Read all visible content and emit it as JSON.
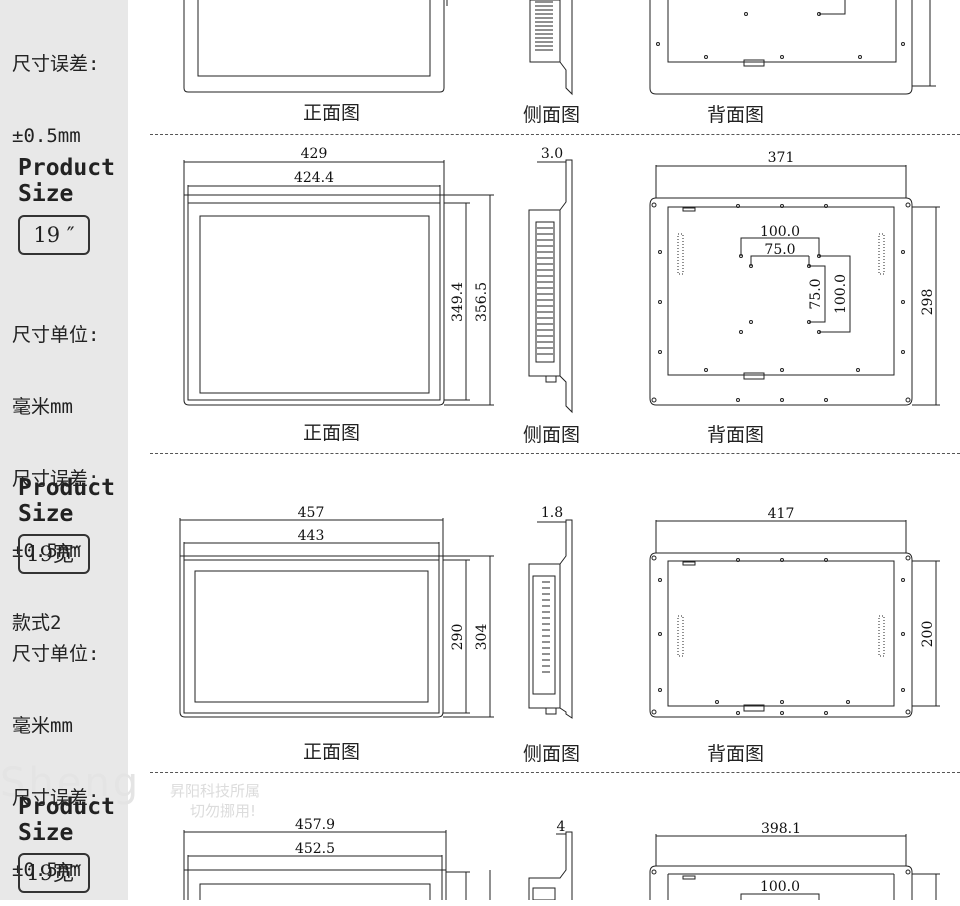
{
  "top_section": {
    "meta_lines": [
      "尺寸误差:",
      "±0.5mm"
    ],
    "captions": [
      "正面图",
      "侧面图",
      "背面图"
    ]
  },
  "section_19": {
    "product_label_1": "Product",
    "product_label_2": "Size",
    "badge": "19 ″",
    "meta_lines": [
      "尺寸单位:",
      "毫米mm",
      "尺寸误差:",
      "±0.5mm",
      "款式2"
    ],
    "captions": [
      "正面图",
      "侧面图",
      "背面图"
    ],
    "front": {
      "outer_width": "429",
      "inner_width": "424.4",
      "inner_height": "349.4",
      "outer_height": "356.5"
    },
    "side": {
      "thickness": "3.0"
    },
    "back": {
      "width": "371",
      "height": "298",
      "vesa_outer": "100.0",
      "vesa_inner": "75.0",
      "vesa_v_inner": "75.0",
      "vesa_v_outer": "100.0"
    }
  },
  "section_19w": {
    "product_label_1": "Product",
    "product_label_2": "Size",
    "badge": "19宽″",
    "meta_lines": [
      "尺寸单位:",
      "毫米mm",
      "尺寸误差:",
      "±0.5mm"
    ],
    "captions": [
      "正面图",
      "侧面图",
      "背面图"
    ],
    "front": {
      "outer_width": "457",
      "inner_width": "443",
      "inner_height": "290",
      "outer_height": "304"
    },
    "side": {
      "thickness": "1.8"
    },
    "back": {
      "width": "417",
      "height": "200"
    }
  },
  "section_19w_b": {
    "product_label_1": "Product",
    "product_label_2": "Size",
    "badge": "19宽″",
    "front": {
      "outer_width": "457.9",
      "inner_width": "452.5"
    },
    "side": {
      "thickness": "4"
    },
    "back": {
      "width": "398.1",
      "vesa_outer": "100.0"
    }
  },
  "watermark": {
    "logo": "Sheng",
    "line1": "昇阳科技所属",
    "line2": "切勿挪用!"
  }
}
